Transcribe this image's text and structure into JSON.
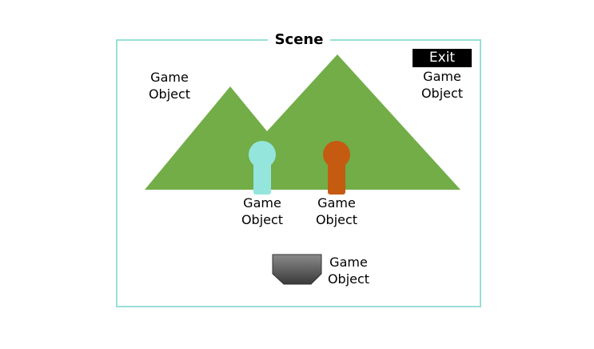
{
  "scene": {
    "title": "Scene"
  },
  "exit": {
    "label": "Exit"
  },
  "objects": {
    "mountains": {
      "line1": "Game",
      "line2": "Object"
    },
    "exit_object": {
      "line1": "Game",
      "line2": "Object"
    },
    "player_cyan": {
      "line1": "Game",
      "line2": "Object"
    },
    "player_orange": {
      "line1": "Game",
      "line2": "Object"
    },
    "platform": {
      "line1": "Game",
      "line2": "Object"
    }
  },
  "colors": {
    "frame": "#9adfd6",
    "mountains": "#72ad47",
    "player_cyan": "#94e5dc",
    "player_orange": "#c55a11",
    "platform_top": "#8a8a8a",
    "platform_bottom": "#3a3a3a"
  }
}
